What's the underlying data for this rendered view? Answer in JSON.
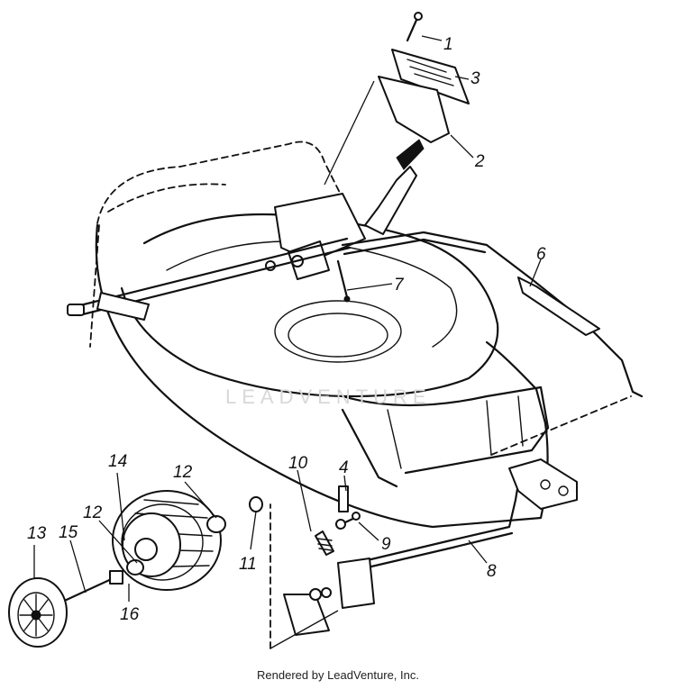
{
  "watermark": "LEADVENTURE",
  "caption": "Rendered by LeadVenture, Inc.",
  "callouts": {
    "c1": "1",
    "c2": "2",
    "c3": "3",
    "c4": "4",
    "c5": "6",
    "c6": "7",
    "c7": "8",
    "c8": "9",
    "c9": "10",
    "c10": "11",
    "c11": "12",
    "c12": "12",
    "c13": "13",
    "c14": "14",
    "c15": "15",
    "c16": "16"
  }
}
